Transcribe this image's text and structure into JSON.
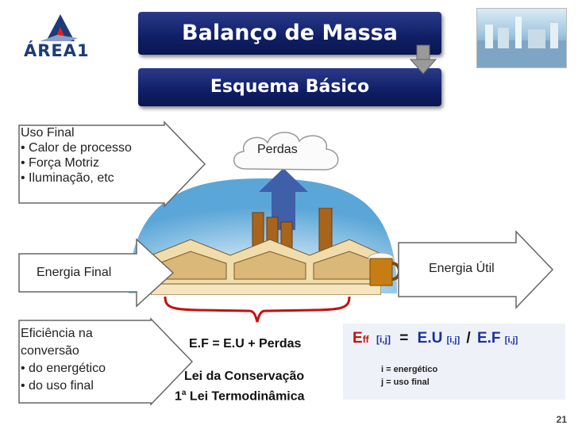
{
  "header": {
    "title": "Balanço de Massa",
    "subtitle": "Esquema Básico",
    "logo_text": "ÁREA1"
  },
  "uso_final": {
    "heading": "Uso Final",
    "items": [
      "• Calor de processo",
      "• Força Motriz",
      "• Iluminação, etc"
    ]
  },
  "perdas_label": "Perdas",
  "energia_final_label": "Energia Final",
  "energia_util_label": "Energia Útil",
  "eficiencia": {
    "lines": [
      "Eficiência na",
      "conversão",
      "• do energético",
      "• do uso final"
    ]
  },
  "equation": "E.F = E.U + Perdas",
  "law": {
    "line1": "Lei da Conservação",
    "line2_prefix": "1",
    "line2_sup": "a",
    "line2_rest": " Lei Termodinâmica"
  },
  "eff_formula": {
    "e": "E",
    "ff": "ff",
    "idx1": "[i,j]",
    "eq": "=",
    "eu": "E.U",
    "idx2": "[i,j]",
    "slash": "/",
    "ef": "E.F",
    "idx3": "[i,j]",
    "note_i": "i = energético",
    "note_j": "j = uso final"
  },
  "page_number": "21",
  "colors": {
    "title_bg": "#0f1e66",
    "eff_blue": "#1a2f9e",
    "eff_red": "#c41010",
    "arrow_up": "#3f5fa8"
  }
}
